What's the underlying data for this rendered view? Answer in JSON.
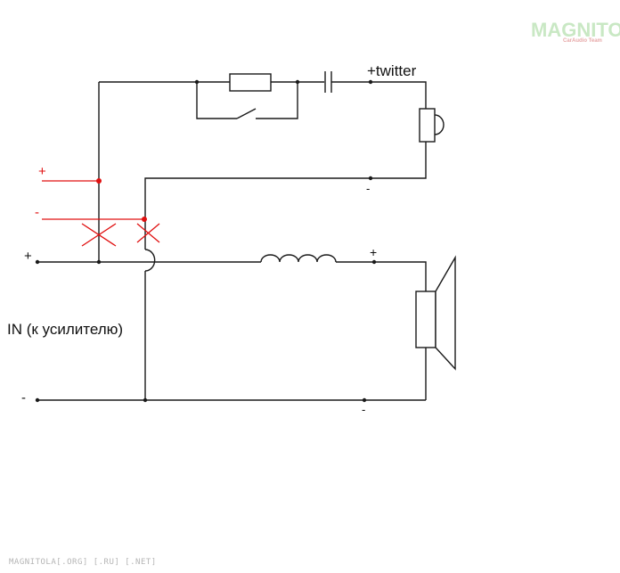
{
  "labels": {
    "twitter": "+twitter",
    "tweeter_minus": "-",
    "red_plus": "+",
    "red_minus": "-",
    "in_plus": "+",
    "in_minus": "-",
    "woofer_plus": "+",
    "woofer_minus": "-",
    "input": "IN (к усилителю)"
  },
  "watermark": {
    "logo": "MAGNITOLA",
    "sub": "CarAudio Team",
    "footer": "MAGNITOLA[.ORG] [.RU] [.NET]"
  },
  "colors": {
    "wire": "#1a1a1a",
    "marker_red": "#e01010",
    "watermark_green": "#c9e8c4",
    "watermark_red": "#e7a9a9"
  }
}
